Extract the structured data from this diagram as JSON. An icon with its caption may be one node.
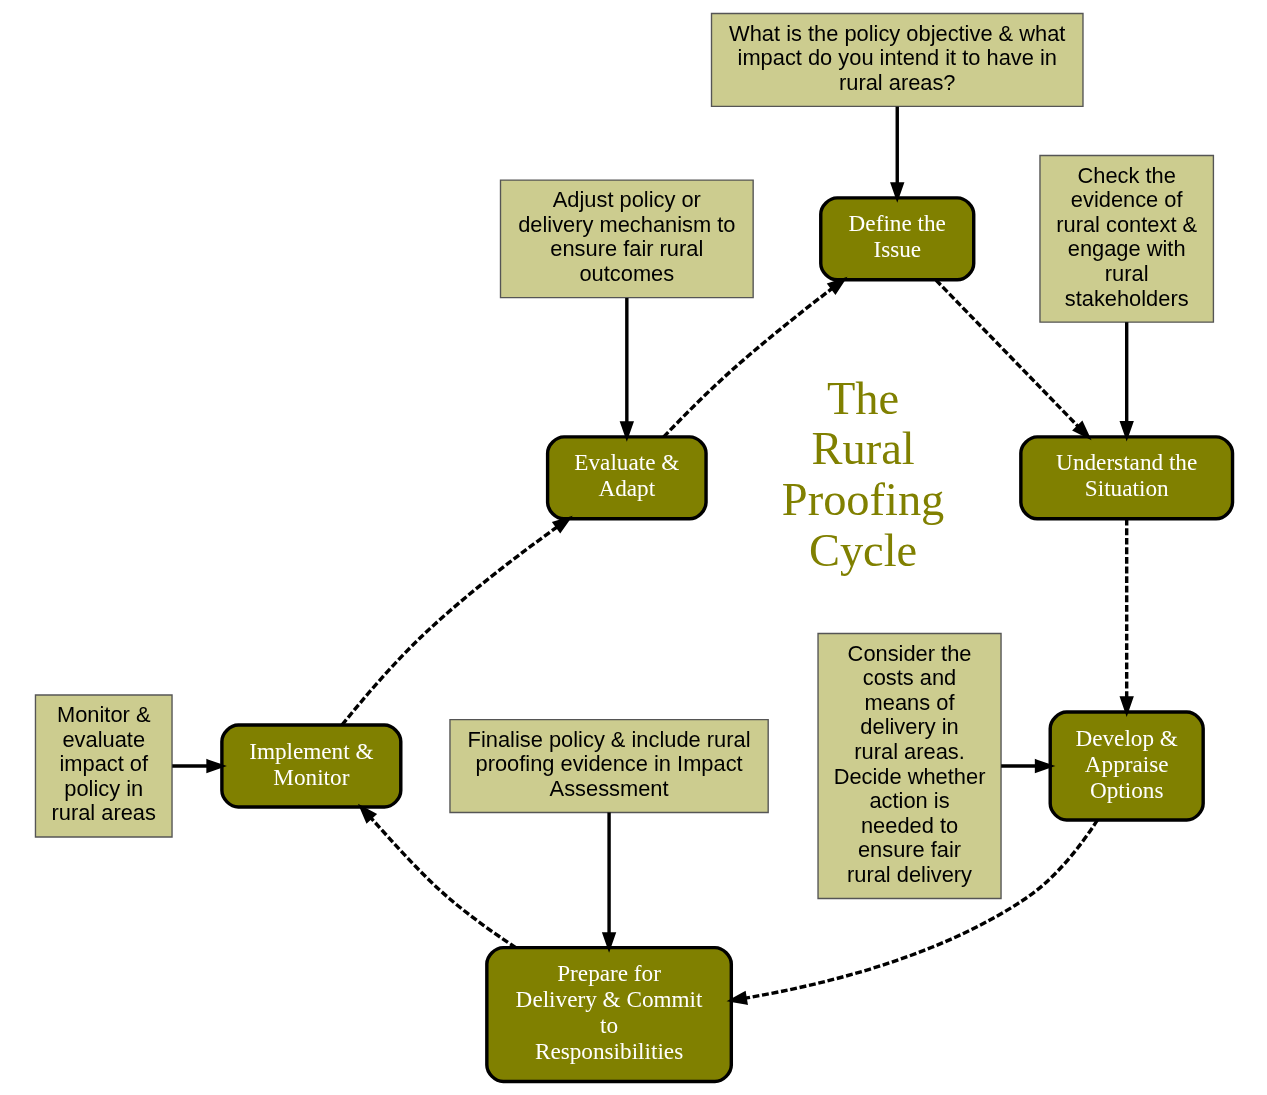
{
  "diagram": {
    "nodes": [
      {
        "text": [
          "What is the policy objective & what impact do you intend it to have in rural areas?"
        ]
      },
      {
        "text": [
          "Define the Issue"
        ]
      },
      {
        "text": [
          "Check the evidence of rural context & engage with rural stakeholders"
        ]
      },
      {
        "text": [
          "Understand the Situation"
        ]
      },
      {
        "text": [
          "Adjust policy or delivery mechanism to ensure fair rural outcomes"
        ]
      },
      {
        "text": [
          "Evaluate & Adapt"
        ]
      },
      {
        "text": [
          "Develop & Appraise Options"
        ]
      },
      {
        "text": [
          "Consider the costs and means of delivery in rural areas. Decide whether action is needed to ensure fair rural delivery"
        ]
      },
      {
        "text": [
          "Implement & Monitor"
        ]
      },
      {
        "text": [
          "Monitor & evaluate impact of policy in rural areas"
        ]
      },
      {
        "text": [
          "Prepare for Delivery & Commit to Responsibilities"
        ]
      },
      {
        "text": [
          "Finalise policy & include rural proofing evidence in Impact Assessment"
        ]
      }
    ],
    "edges": [
      {
        "from": 0,
        "to": 1,
        "arrow": "to"
      },
      {
        "from": 1,
        "to": 3,
        "arrow": "to",
        "style": "dashed"
      },
      {
        "from": 2,
        "to": 3,
        "arrow": "to"
      },
      {
        "from": 3,
        "to": 6,
        "arrow": "to",
        "style": "dashed"
      },
      {
        "from": 7,
        "to": 6,
        "arrow": "to"
      },
      {
        "from": 6,
        "to": 10,
        "arrow": "to",
        "style": "dashed"
      },
      {
        "from": 11,
        "to": 10,
        "arrow": "to"
      },
      {
        "from": 10,
        "to": 8,
        "arrow": "to",
        "style": "dashed"
      },
      {
        "from": 9,
        "to": 8,
        "arrow": "to"
      },
      {
        "from": 8,
        "to": 5,
        "arrow": "to",
        "style": "dashed"
      },
      {
        "from": 4,
        "to": 5,
        "arrow": "to"
      },
      {
        "from": 5,
        "to": 1,
        "arrow": "to",
        "style": "dashed"
      }
    ],
    "labels": [
      "The Rural Proofing Cycle"
    ]
  }
}
